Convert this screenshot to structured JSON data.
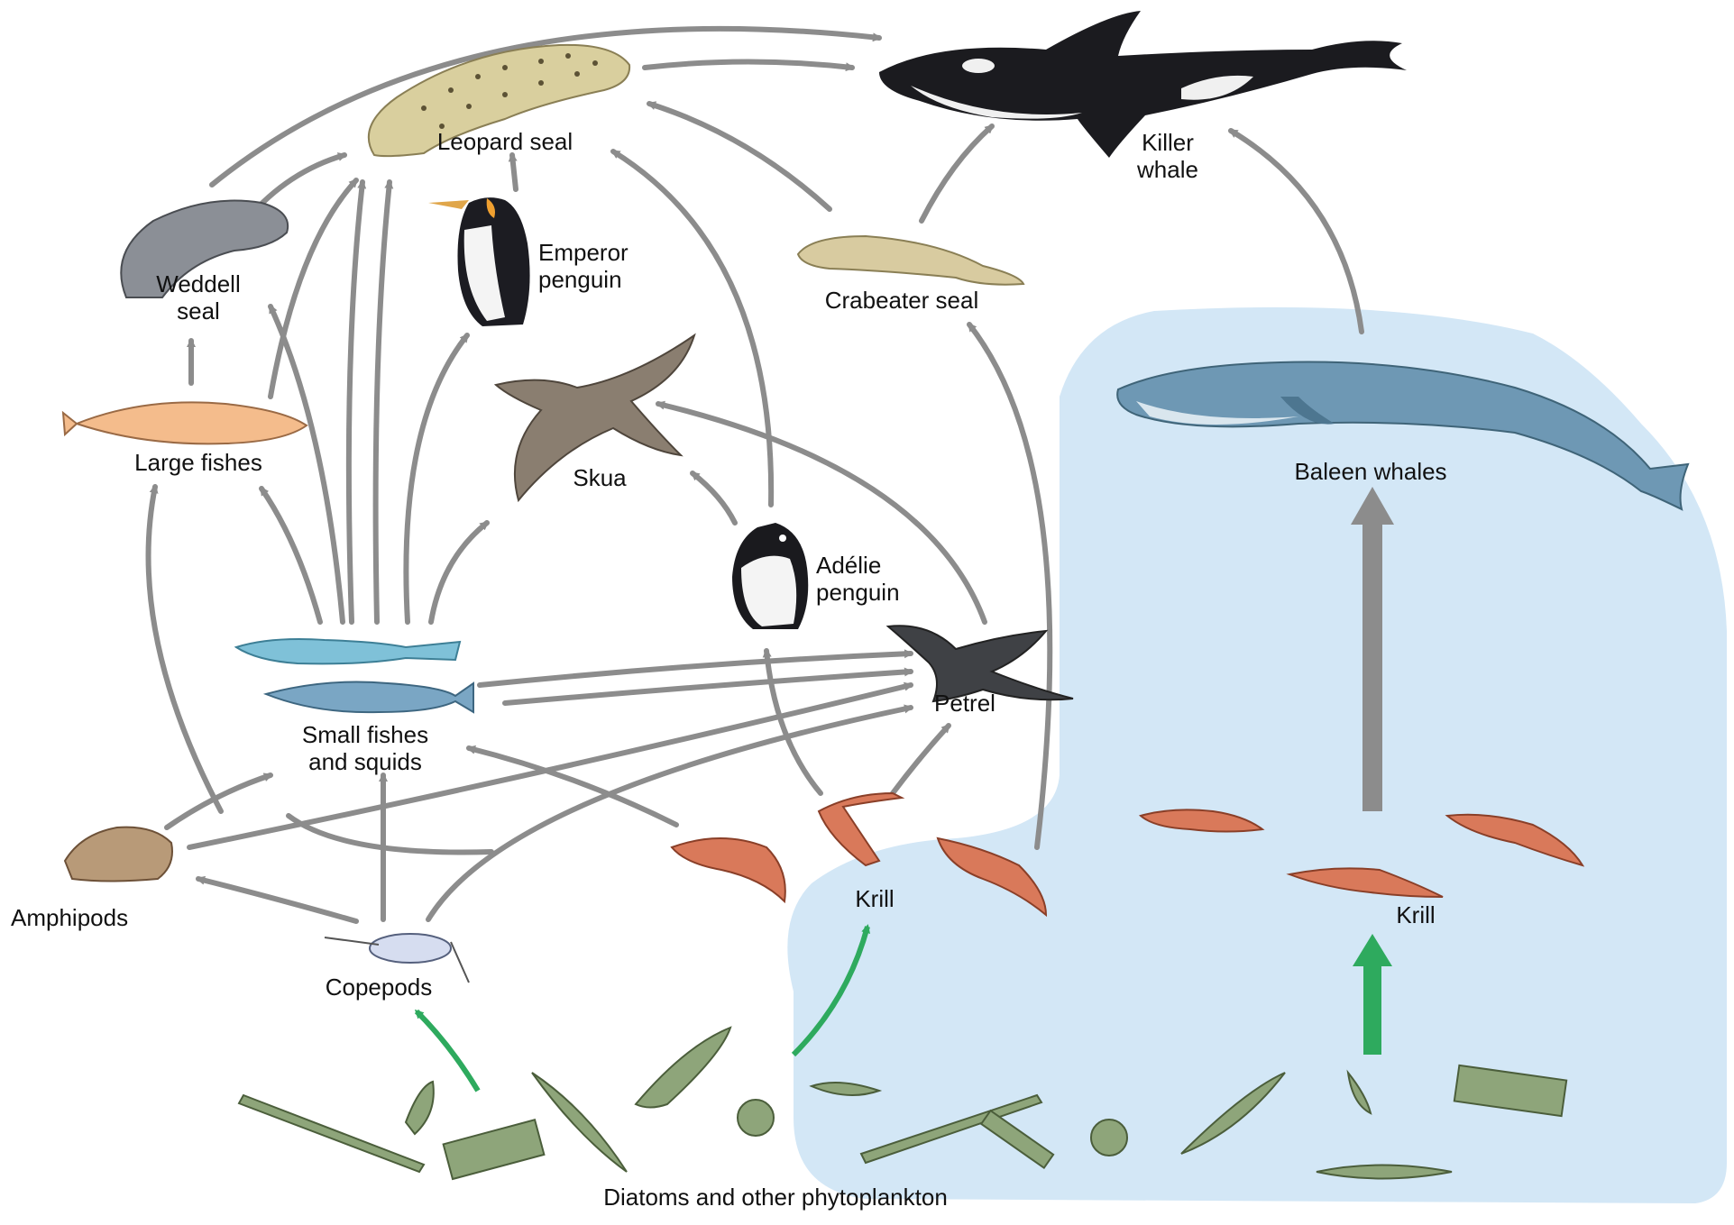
{
  "diagram": {
    "labels": {
      "killer_whale": [
        "Killer",
        "whale"
      ],
      "leopard_seal": "Leopard seal",
      "weddell_seal": [
        "Weddell",
        "seal"
      ],
      "emperor_penguin": [
        "Emperor",
        "penguin"
      ],
      "crabeater_seal": "Crabeater seal",
      "large_fishes": "Large fishes",
      "skua": "Skua",
      "baleen_whales": "Baleen whales",
      "adelie_penguin": [
        "Adélie",
        "penguin"
      ],
      "petrel": "Petrel",
      "small_fishes_squids": [
        "Small fishes",
        "and squids"
      ],
      "amphipods": "Amphipods",
      "copepods": "Copepods",
      "krill_left": "Krill",
      "krill_right": "Krill",
      "phytoplankton": "Diatoms and other phytoplankton"
    },
    "colors": {
      "arrow": "#8c8c8c",
      "producer_arrow": "#2eaa5e",
      "ocean_region": "#d3e7f6",
      "krill": "#d9795a",
      "diatom": "#8ea57a"
    }
  }
}
